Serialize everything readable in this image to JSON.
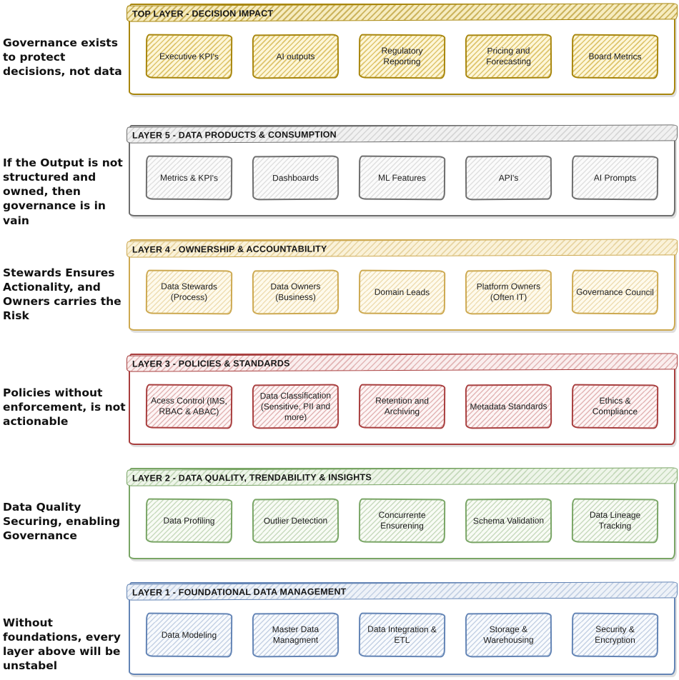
{
  "annotations": [
    "Governance exists to protect decisions, not data",
    "If the Output is not structured and owned, then governance is in vain",
    "Stewards Ensures Actionality, and Owners carries the Risk",
    "Policies without enforcement, is not actionable",
    "Data Quality Securing, enabling Governance",
    "Without foundations, every layer above will be unstabel"
  ],
  "layers": [
    {
      "title": "TOP LAYER - DECISION IMPACT",
      "accent": "#a8860d",
      "boxes": [
        "Executive KPI's",
        "AI outputs",
        "Regulatory Reporting",
        "Pricing and Forecasting",
        "Board Metrics"
      ]
    },
    {
      "title": "LAYER 5 - DATA PRODUCTS & CONSUMPTION",
      "accent": "#6e6e6e",
      "boxes": [
        "Metrics & KPI's",
        "Dashboards",
        "ML Features",
        "API's",
        "AI Prompts"
      ]
    },
    {
      "title": "LAYER 4 - OWNERSHIP & ACCOUNTABILITY",
      "accent": "#cda951",
      "boxes": [
        "Data Stewards (Process)",
        "Data Owners (Business)",
        "Domain Leads",
        "Platform Owners (Often IT)",
        "Governance Council"
      ]
    },
    {
      "title": "LAYER 3 - POLICIES & STANDARDS",
      "accent": "#a83e3e",
      "boxes": [
        "Acess Control (IMS, RBAC & ABAC)",
        "Data Classification (Sensitive, PII and more)",
        "Retention and Archiving",
        "Metadata Standards",
        "Ethics & Compliance"
      ]
    },
    {
      "title": "LAYER 2 - DATA QUALITY, TRENDABILITY & INSIGHTS",
      "accent": "#79a565",
      "boxes": [
        "Data Profiling",
        "Outlier Detection",
        "Concurrente Ensurening",
        "Schema Validation",
        "Data Lineage Tracking"
      ]
    },
    {
      "title": "LAYER 1 - FOUNDATIONAL DATA MANAGEMENT",
      "accent": "#6384b5",
      "boxes": [
        "Data Modeling",
        "Master Data Managment",
        "Data Integration & ETL",
        "Storage & Warehousing",
        "Security & Encryption"
      ]
    }
  ]
}
